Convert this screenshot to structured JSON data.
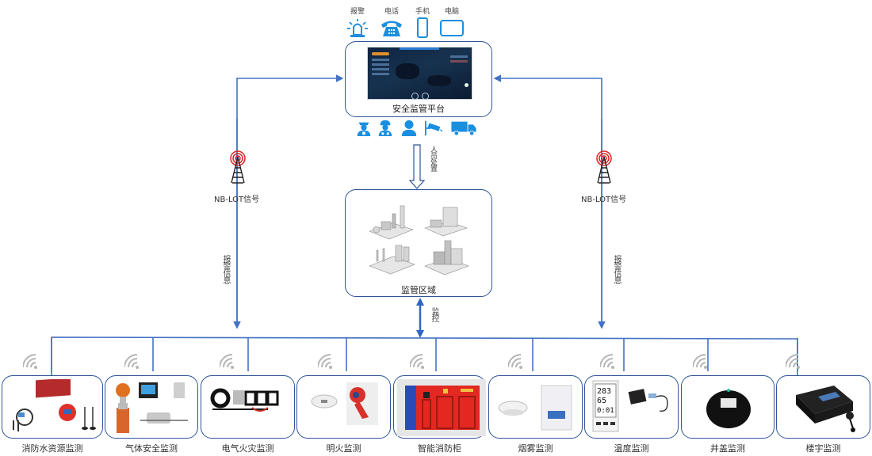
{
  "top_channels": [
    {
      "label": "报警",
      "icon": "siren-icon"
    },
    {
      "label": "电话",
      "icon": "telephone-icon"
    },
    {
      "label": "手机",
      "icon": "mobile-phone-icon"
    },
    {
      "label": "电脑",
      "icon": "computer-icon"
    }
  ],
  "platform": {
    "title": "安全监管平台",
    "responders": [
      "police-icon",
      "firefighter-icon",
      "person-icon",
      "camera-icon",
      "truck-icon"
    ]
  },
  "personnel_action": "人员处置",
  "region": {
    "title": "监管区域"
  },
  "monitor_label": "监控",
  "left_link": {
    "signal": "NB-LOT信号",
    "info": "报警信息"
  },
  "right_link": {
    "signal": "NB-LOT信号",
    "info": "报警信息"
  },
  "devices": [
    {
      "label": "消防水资源监测"
    },
    {
      "label": "气体安全监测"
    },
    {
      "label": "电气火灾监测"
    },
    {
      "label": "明火监测"
    },
    {
      "label": "智能消防柜"
    },
    {
      "label": "烟雾监测"
    },
    {
      "label": "温度监测"
    },
    {
      "label": "井盖监测"
    },
    {
      "label": "楼宇监测"
    }
  ],
  "colors": {
    "line": "#4472c4",
    "border": "#2f5597",
    "icon_blue": "#1a8fe0",
    "tower_red": "#e02020"
  }
}
